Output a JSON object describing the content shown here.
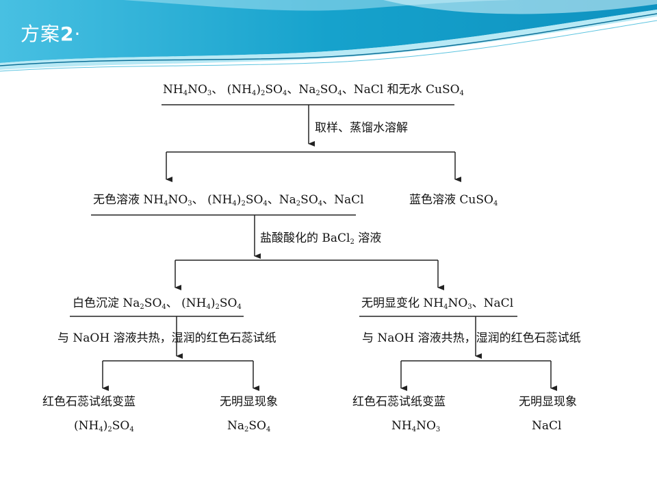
{
  "slide": {
    "title_prefix": "方案",
    "title_number": "2",
    "title_suffix": "·"
  },
  "colors": {
    "banner_dark": "#1aa6cf",
    "banner_light": "#7fd3ec",
    "line": "#222222"
  },
  "nodes": {
    "start": [
      "NH",
      "4",
      "NO",
      "3",
      "、 (NH",
      "4",
      ")",
      "2",
      "SO",
      "4",
      "、Na",
      "2",
      "SO",
      "4",
      "、NaCl 和无水 CuSO",
      "4"
    ],
    "step1": "取样、蒸馏水溶解",
    "colorless": [
      "无色溶液 NH",
      "4",
      "NO",
      "3",
      "、 (NH",
      "4",
      ")",
      "2",
      "SO",
      "4",
      "、Na",
      "2",
      "SO",
      "4",
      "、NaCl"
    ],
    "blue": [
      "蓝色溶液 CuSO",
      "4"
    ],
    "step2": [
      "盐酸酸化的 BaCl",
      "2",
      " 溶液"
    ],
    "white_ppt": [
      "白色沉淀 Na",
      "2",
      "SO",
      "4",
      "、 (NH",
      "4",
      ")",
      "2",
      "SO",
      "4"
    ],
    "no_change": [
      "无明显变化 NH",
      "4",
      "NO",
      "3",
      "、NaCl"
    ],
    "step3_left": "与 NaOH 溶液共热，湿润的红色石蕊试纸",
    "step3_right": "与 NaOH 溶液共热，湿润的红色石蕊试纸",
    "ll_text": "红色石蕊试纸变蓝",
    "ll_formula": [
      "(NH",
      "4",
      ")",
      "2",
      "SO",
      "4"
    ],
    "lr_text": "无明显现象",
    "lr_formula": [
      "Na",
      "2",
      "SO",
      "4"
    ],
    "rl_text": "红色石蕊试纸变蓝",
    "rl_formula": [
      "NH",
      "4",
      "NO",
      "3"
    ],
    "rr_text": "无明显现象",
    "rr_formula": [
      "NaCl"
    ]
  }
}
